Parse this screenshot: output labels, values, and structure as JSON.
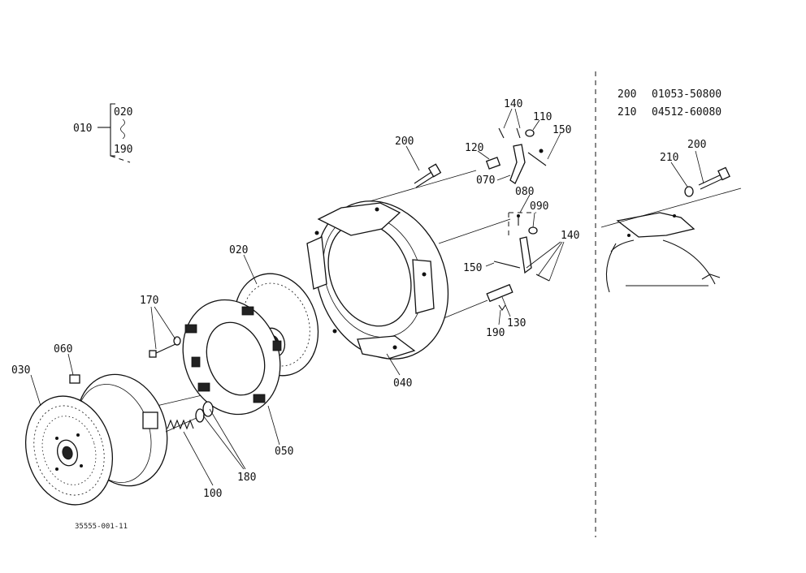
{
  "labels": {
    "c010": "010",
    "c020a": "020",
    "c190a": "190",
    "c200": "200",
    "c120": "120",
    "c140a": "140",
    "c110": "110",
    "c150a": "150",
    "c070": "070",
    "c080": "080",
    "c090": "090",
    "c140b": "140",
    "c150b": "150",
    "c130": "130",
    "c190b": "190",
    "c040": "040",
    "c020b": "020",
    "c170": "170",
    "c060": "060",
    "c030": "030",
    "c050": "050",
    "c180": "180",
    "c100": "100",
    "c210r": "210",
    "c200r": "200"
  },
  "parts_table": [
    {
      "ref": "200",
      "part_no": "01053-50800"
    },
    {
      "ref": "210",
      "part_no": "04512-60080"
    }
  ],
  "figure_id": "35555-001-11"
}
